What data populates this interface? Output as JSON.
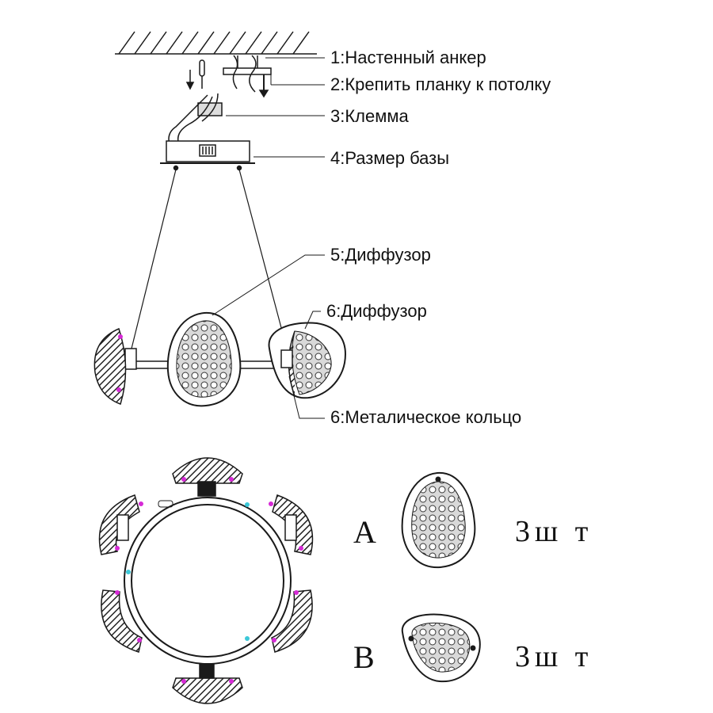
{
  "labels": {
    "l1": "1:Настенный анкер",
    "l2": "2:Крепить планку к потолку",
    "l3": "3:Клемма",
    "l4": "4:Размер базы",
    "l5": "5:Диффузор",
    "l6a": "6:Диффузор",
    "l6b": "6:Металическое кольцо"
  },
  "parts": {
    "a_letter": "A",
    "a_qty": "3ш т",
    "b_letter": "B",
    "b_qty": "3ш т"
  },
  "colors": {
    "line": "#1a1a1a",
    "magenta_dot": "#d62ad6",
    "cyan_dot": "#3cc8d8"
  }
}
